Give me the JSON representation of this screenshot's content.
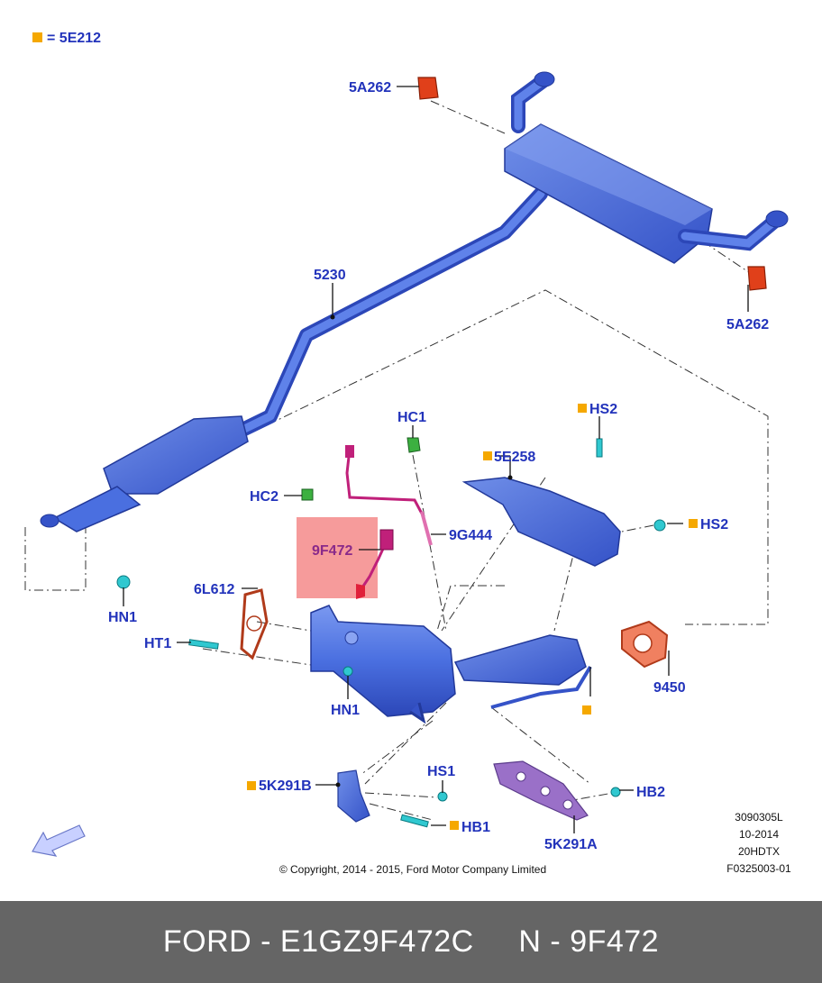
{
  "legend": {
    "marker_color": "#f5a800",
    "text": "= 5E212"
  },
  "labels": {
    "hanger_top": "5A262",
    "hanger_right": "5A262",
    "pipe": "5230",
    "hc1": "HC1",
    "hs2_top": "HS2",
    "shield": "5E258",
    "hc2": "HC2",
    "sensor_9g444": "9G444",
    "hs2_right": "HS2",
    "sensor_9f472": "9F472",
    "hn1_left": "HN1",
    "gasket_6l612": "6L612",
    "ht1": "HT1",
    "hn1_center": "HN1",
    "gasket_9450": "9450",
    "bracket_5k291b": "5K291B",
    "hs1": "HS1",
    "hb1": "HB1",
    "bracket_5k291a": "5K291A",
    "hb2": "HB2"
  },
  "info": {
    "code1": "3090305L",
    "date": "10-2014",
    "engine": "20HDTX",
    "fig": "F0325003-01",
    "copyright": "© Copyright, 2014 - 2015, Ford Motor Company Limited"
  },
  "footer": {
    "text": "FORD - E1GZ9F472C     N - 9F472"
  },
  "colors": {
    "label": "#2233bb",
    "exhaust": "#4a6fe0",
    "exhaust_dark": "#2c47b8",
    "hanger": "#e0401a",
    "highlight": "#f58a8a",
    "sensor": "#c0207a",
    "cyan_fastener": "#30c8d0",
    "green_clip": "#3cb040",
    "bracket_purple": "#9a70c8",
    "footer_bg": "#656565"
  }
}
